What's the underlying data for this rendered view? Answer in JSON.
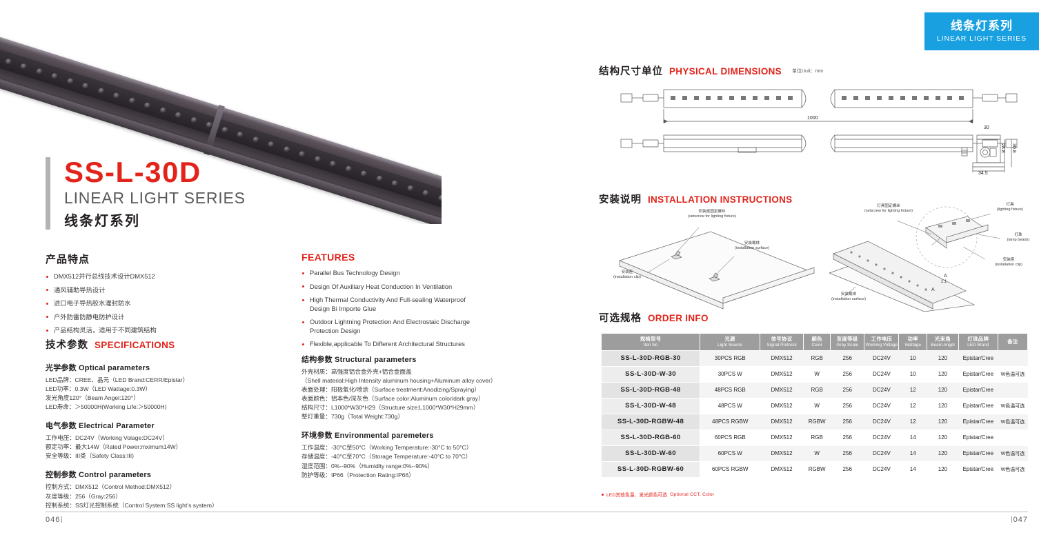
{
  "series_badge": {
    "cn": "线条灯系列",
    "en": "LINEAR LIGHT SERIES"
  },
  "title": {
    "model": "SS-L-30D",
    "en": "LINEAR LIGHT SERIES",
    "cn": "线条灯系列"
  },
  "features_cn": {
    "heading": "产品特点",
    "items": [
      "DMX512并行总线技术设计DMX512",
      "通风辅助导热设计",
      "进口电子导热胶水灌封防水",
      "户外防雷防静电防护设计",
      "产品结构灵活，适用于不同建筑结构"
    ]
  },
  "features_en": {
    "heading": "FEATURES",
    "items": [
      "Parallel Bus Technology Design",
      "Design Of Auxiliary Heat Conduction In Ventilation",
      "High Thermal Conductivity And Full-sealing Waterproof Design Bi Importe Glue",
      "Outdoor Lightning Protection And Electrostaic Discharge Protection Design",
      "Flexible,applicable To Different Architectural Structures"
    ]
  },
  "specs": {
    "heading_cn": "技术参数",
    "heading_en": "SPECIFICATIONS",
    "groups": [
      {
        "title": "光学参数  Optical parameters",
        "lines": [
          "LED品牌：CREE、晶元（LED Brand:CERR/Epistar）",
          "LED功率：0.3W（LED Wattage:0.3W）",
          "发光角度120°（Beam Angel:120°）",
          "LED寿命：＞50000H(Working Life:＞50000H)"
        ]
      },
      {
        "title": "电气参数  Electrical Parameter",
        "lines": [
          "工作电压：DC24V（Working Volage:DC24V）",
          "额定功率：最大14W（Rated Power:mximum14W）",
          "安全等级：III类（Safety Class:III)"
        ]
      },
      {
        "title": "控制参数  Control parameters",
        "lines": [
          "控制方式：DMX512（Control Method:DMX512）",
          "灰度等级：256（Gray:256）",
          "控制系统：SS灯光控制系统（Control System:SS light’s system）"
        ]
      }
    ],
    "groups_right": [
      {
        "title": "结构参数  Structural parameters",
        "lines": [
          "外壳材质：高强度铝合金外壳+铝合金面盖",
          "（Shell material:High Intensity aluminum housing+Aluminum alloy cover）",
          "表面处理：阳极氧化/喷涂（Surface treatment:Anodizing/Spraying）",
          "表面颜色：铝本色/深灰色（Surface color:Aluminum color/dark gray）",
          "结构尺寸：L1000*W30*H29（Structure size:L1000*W30*H29mm）",
          "整灯重量：730g（Total Weight:730g）"
        ]
      },
      {
        "title": "环境参数  Environmental paremeters",
        "lines": [
          "工作温度：-30°C至50°C（Working Temperature:-30°C to 50°C）",
          "存储温度：-40°C至70°C（Storage Temperature:-40°C to 70°C）",
          "湿度范围：0%--90%（Humidlty range:0%--90%）",
          "防护等级：IP66（Protection Rating:IP66）"
        ]
      }
    ]
  },
  "dimensions": {
    "heading_cn": "结构尺寸单位",
    "heading_en": "PHYSICAL DIMENSIONS",
    "unit": "单位Uuit：mm",
    "length": "1000",
    "width": "30",
    "height_inner": "28.8",
    "height_outer": "30.8",
    "base_width": "34.5"
  },
  "installation": {
    "heading_cn": "安装说明",
    "heading_en": "INSTALLATION INSTRUCTIONS",
    "labels_left": [
      {
        "cn": "安装座固定螺丝",
        "en": "(setscrew for lighting fixture)"
      },
      {
        "cn": "安装载体",
        "en": "(installation surface)"
      },
      {
        "cn": "安装座",
        "en": "(installation clip)"
      }
    ],
    "labels_right": [
      {
        "cn": "灯具固定螺丝",
        "en": "(setscrew for lighting fixture)"
      },
      {
        "cn": "灯具",
        "en": "(lighting fixture)"
      },
      {
        "cn": "灯珠",
        "en": "(lamp beads)"
      },
      {
        "cn": "安装座",
        "en": "(installation clip)"
      },
      {
        "cn": "安装载体",
        "en": "(installation surface)"
      }
    ],
    "detail_mark": "A",
    "detail_scale": "2:1",
    "section_mark": "A"
  },
  "order_info": {
    "heading_cn": "可选规格",
    "heading_en": "ORDER INFO",
    "columns": [
      {
        "cn": "规格型号",
        "en": "Iten No"
      },
      {
        "cn": "光源",
        "en": "Light Source"
      },
      {
        "cn": "信号协议",
        "en": "Signal Protocol"
      },
      {
        "cn": "颜色",
        "en": "Color"
      },
      {
        "cn": "灰度等级",
        "en": "Gray Scale"
      },
      {
        "cn": "工作电压",
        "en": "Working Voltage"
      },
      {
        "cn": "功率",
        "en": "Wattage"
      },
      {
        "cn": "光束角",
        "en": "Beam Angel"
      },
      {
        "cn": "灯珠品牌",
        "en": "LED Brand"
      },
      {
        "cn": "备注",
        "en": ""
      }
    ],
    "rows": [
      [
        "SS-L-30D-RGB-30",
        "30PCS RGB",
        "DMX512",
        "RGB",
        "256",
        "DC24V",
        "10",
        "120",
        "Epistar/Cree",
        ""
      ],
      [
        "SS-L-30D-W-30",
        "30PCS W",
        "DMX512",
        "W",
        "256",
        "DC24V",
        "10",
        "120",
        "Epistar/Cree",
        "W色温可选"
      ],
      [
        "SS-L-30D-RGB-48",
        "48PCS RGB",
        "DMX512",
        "RGB",
        "256",
        "DC24V",
        "12",
        "120",
        "Epistar/Cree",
        ""
      ],
      [
        "SS-L-30D-W-48",
        "48PCS W",
        "DMX512",
        "W",
        "256",
        "DC24V",
        "12",
        "120",
        "Epistar/Cree",
        "W色温可选"
      ],
      [
        "SS-L-30D-RGBW-48",
        "48PCS RGBW",
        "DMX512",
        "RGBW",
        "256",
        "DC24V",
        "12",
        "120",
        "Epistar/Cree",
        "W色温可选"
      ],
      [
        "SS-L-30D-RGB-60",
        "60PCS RGB",
        "DMX512",
        "RGB",
        "256",
        "DC24V",
        "14",
        "120",
        "Epistar/Cree",
        ""
      ],
      [
        "SS-L-30D-W-60",
        "60PCS W",
        "DMX512",
        "W",
        "256",
        "DC24V",
        "14",
        "120",
        "Epistar/Cree",
        "W色温可选"
      ],
      [
        "SS-L-30D-RGBW-60",
        "60PCS RGBW",
        "DMX512",
        "RGBW",
        "256",
        "DC24V",
        "14",
        "120",
        "Epistar/Cree",
        "W色温可选"
      ]
    ],
    "note_cn": "LED其他色温、发光颜色可选",
    "note_en": "Optional CCT, Color"
  },
  "footer": {
    "page_left": "046",
    "page_right": "047"
  },
  "colors": {
    "accent_red": "#e2231a",
    "badge_blue": "#18a0e0",
    "table_header_gray": "#9d9d9d"
  }
}
